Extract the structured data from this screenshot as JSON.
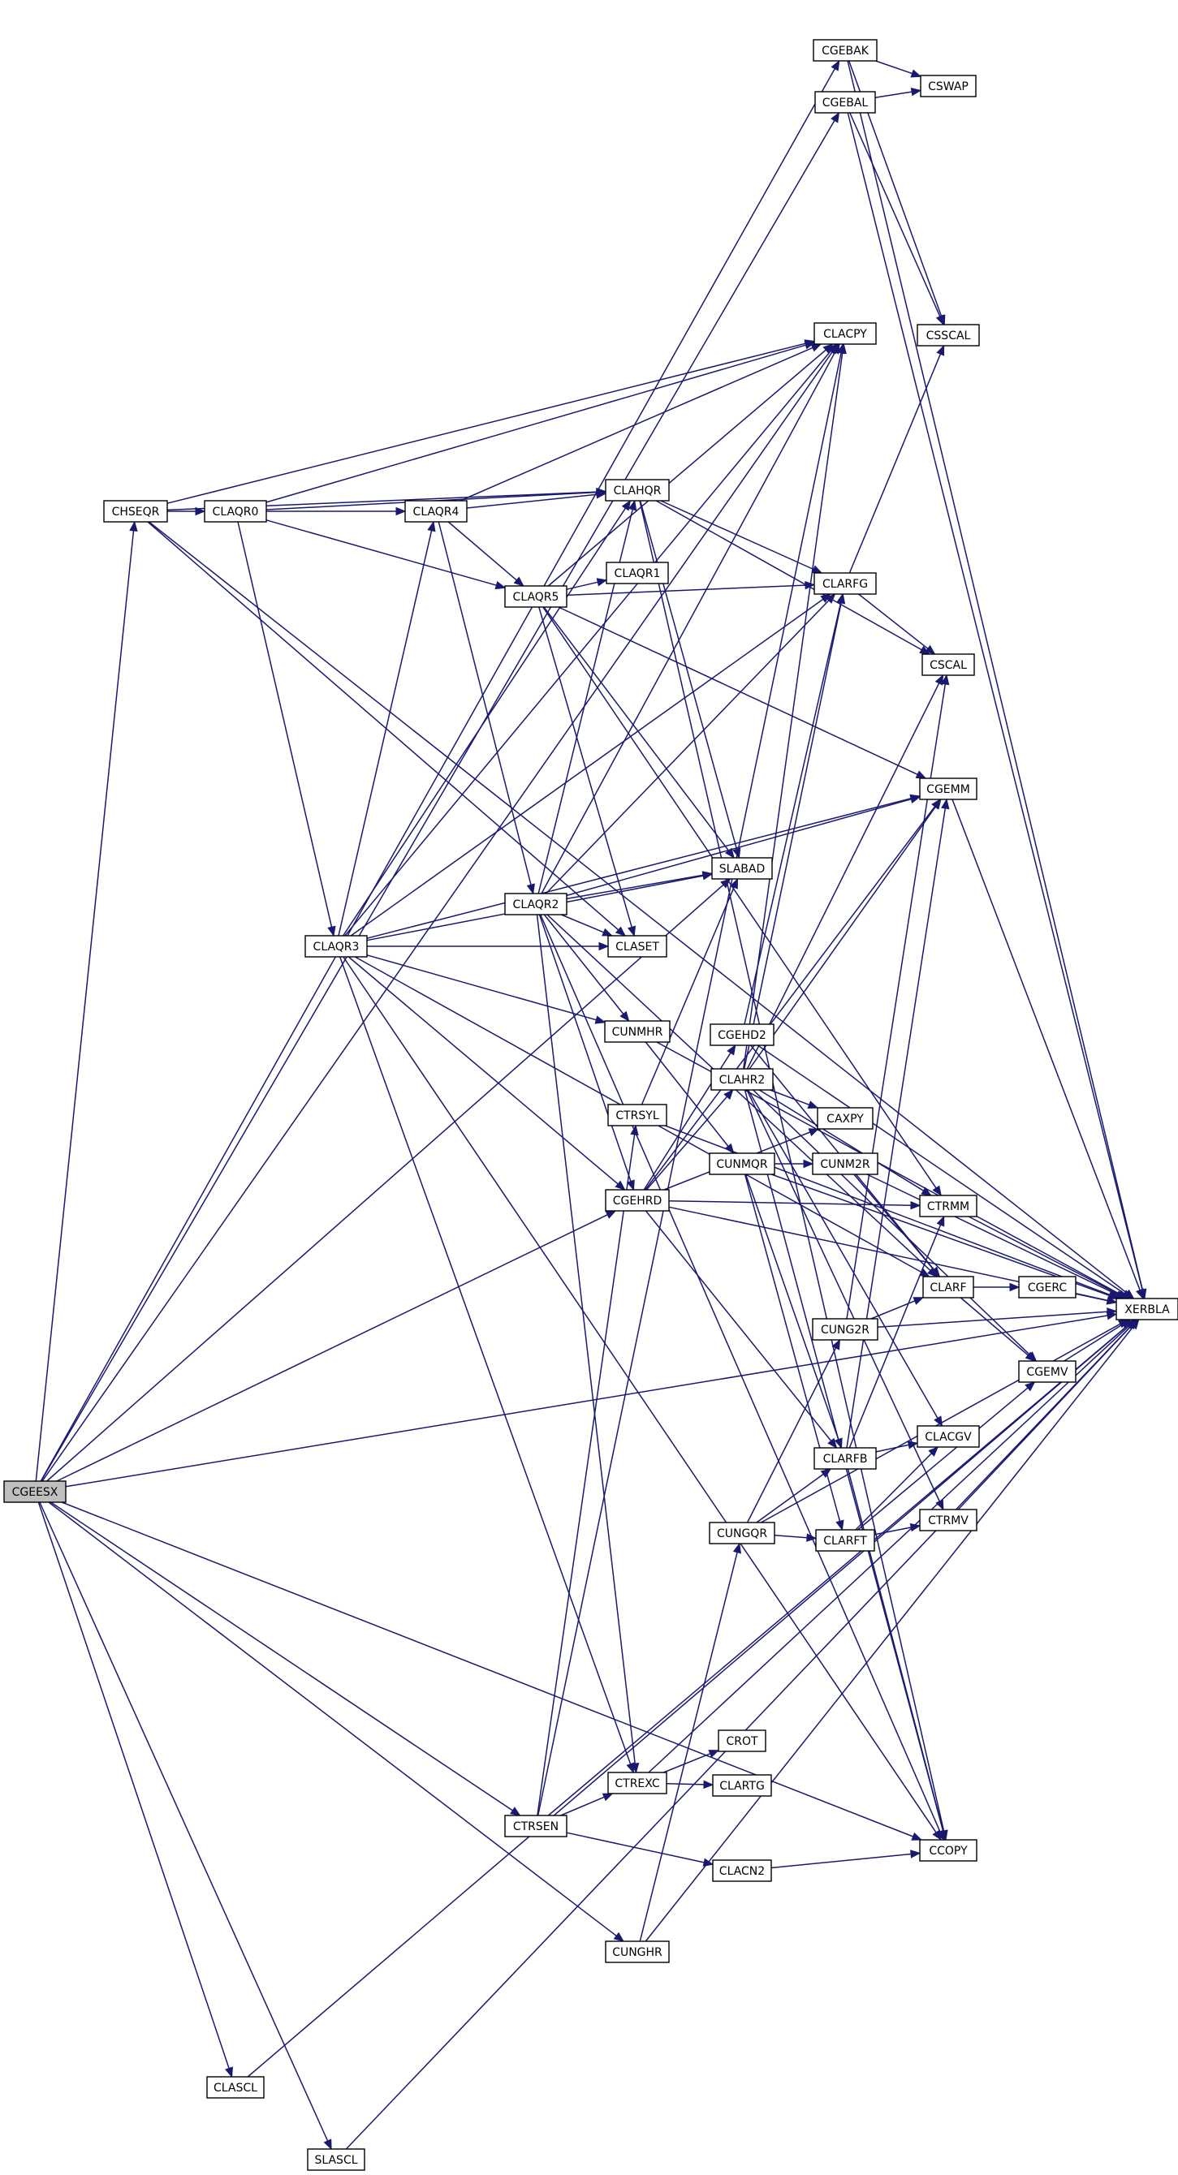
{
  "graph": {
    "nodes": [
      {
        "id": "CGEESX",
        "label": "CGEESX",
        "root": true
      },
      {
        "id": "CHSEQR",
        "label": "CHSEQR"
      },
      {
        "id": "CLAQR0",
        "label": "CLAQR0"
      },
      {
        "id": "CLAQR3",
        "label": "CLAQR3"
      },
      {
        "id": "CLAQR4",
        "label": "CLAQR4"
      },
      {
        "id": "CLAQR5",
        "label": "CLAQR5"
      },
      {
        "id": "CLAQR2",
        "label": "CLAQR2"
      },
      {
        "id": "CLASCL",
        "label": "CLASCL"
      },
      {
        "id": "SLASCL",
        "label": "SLASCL"
      },
      {
        "id": "CTRSEN",
        "label": "CTRSEN"
      },
      {
        "id": "CLAHQR",
        "label": "CLAHQR"
      },
      {
        "id": "CLAQR1",
        "label": "CLAQR1"
      },
      {
        "id": "CLASET",
        "label": "CLASET"
      },
      {
        "id": "CUNMHR",
        "label": "CUNMHR"
      },
      {
        "id": "CTRSYL",
        "label": "CTRSYL"
      },
      {
        "id": "CGEHRD",
        "label": "CGEHRD"
      },
      {
        "id": "CTREXC",
        "label": "CTREXC"
      },
      {
        "id": "CUNGHR",
        "label": "CUNGHR"
      },
      {
        "id": "SLABAD",
        "label": "SLABAD"
      },
      {
        "id": "CGEHD2",
        "label": "CGEHD2"
      },
      {
        "id": "CLAHR2",
        "label": "CLAHR2"
      },
      {
        "id": "CUNMQR",
        "label": "CUNMQR"
      },
      {
        "id": "CUNGQR",
        "label": "CUNGQR"
      },
      {
        "id": "CROT",
        "label": "CROT"
      },
      {
        "id": "CLARTG",
        "label": "CLARTG"
      },
      {
        "id": "CLACN2",
        "label": "CLACN2"
      },
      {
        "id": "CGEBAK",
        "label": "CGEBAK"
      },
      {
        "id": "CGEBAL",
        "label": "CGEBAL"
      },
      {
        "id": "CLACPY",
        "label": "CLACPY"
      },
      {
        "id": "CLARFG",
        "label": "CLARFG"
      },
      {
        "id": "CAXPY",
        "label": "CAXPY"
      },
      {
        "id": "CUNM2R",
        "label": "CUNM2R"
      },
      {
        "id": "CUNG2R",
        "label": "CUNG2R"
      },
      {
        "id": "CLARFB",
        "label": "CLARFB"
      },
      {
        "id": "CLARFT",
        "label": "CLARFT"
      },
      {
        "id": "CSWAP",
        "label": "CSWAP"
      },
      {
        "id": "CSSCAL",
        "label": "CSSCAL"
      },
      {
        "id": "CSCAL",
        "label": "CSCAL"
      },
      {
        "id": "CGEMM",
        "label": "CGEMM"
      },
      {
        "id": "CTRMM",
        "label": "CTRMM"
      },
      {
        "id": "CLARF",
        "label": "CLARF"
      },
      {
        "id": "CGEMV",
        "label": "CGEMV"
      },
      {
        "id": "CLACGV",
        "label": "CLACGV"
      },
      {
        "id": "CTRMV",
        "label": "CTRMV"
      },
      {
        "id": "CCOPY",
        "label": "CCOPY"
      },
      {
        "id": "CGERC",
        "label": "CGERC"
      },
      {
        "id": "XERBLA",
        "label": "XERBLA"
      }
    ],
    "edges": [
      [
        "CGEESX",
        "CGEBAK"
      ],
      [
        "CGEESX",
        "CGEBAL"
      ],
      [
        "CGEESX",
        "XERBLA"
      ],
      [
        "CGEESX",
        "CHSEQR"
      ],
      [
        "CGEESX",
        "CLACPY"
      ],
      [
        "CGEESX",
        "CGEHRD"
      ],
      [
        "CGEESX",
        "CTRSEN"
      ],
      [
        "CGEESX",
        "CUNGHR"
      ],
      [
        "CGEESX",
        "CLASCL"
      ],
      [
        "CGEESX",
        "SLASCL"
      ],
      [
        "CGEESX",
        "CCOPY"
      ],
      [
        "CGEESX",
        "SLABAD"
      ],
      [
        "CHSEQR",
        "CLAQR0"
      ],
      [
        "CHSEQR",
        "CLAHQR"
      ],
      [
        "CHSEQR",
        "CLACPY"
      ],
      [
        "CHSEQR",
        "CLASET"
      ],
      [
        "CHSEQR",
        "XERBLA"
      ],
      [
        "CLAQR0",
        "CLAQR4"
      ],
      [
        "CLAQR0",
        "CLAHQR"
      ],
      [
        "CLAQR0",
        "CLAQR3"
      ],
      [
        "CLAQR0",
        "CLAQR5"
      ],
      [
        "CLAQR0",
        "CLACPY"
      ],
      [
        "CLAQR3",
        "CLAQR4"
      ],
      [
        "CLAQR3",
        "CLAHQR"
      ],
      [
        "CLAQR3",
        "CLASET"
      ],
      [
        "CLAQR3",
        "SLABAD"
      ],
      [
        "CLAQR3",
        "CUNMHR"
      ],
      [
        "CLAQR3",
        "CGEHRD"
      ],
      [
        "CLAQR3",
        "CTREXC"
      ],
      [
        "CLAQR3",
        "CLARFG"
      ],
      [
        "CLAQR3",
        "CLARF"
      ],
      [
        "CLAQR3",
        "CGEMM"
      ],
      [
        "CLAQR3",
        "CLACPY"
      ],
      [
        "CLAQR3",
        "CCOPY"
      ],
      [
        "CLAQR4",
        "CLAHQR"
      ],
      [
        "CLAQR4",
        "CLAQR2"
      ],
      [
        "CLAQR4",
        "CLAQR5"
      ],
      [
        "CLAQR4",
        "CLACPY"
      ],
      [
        "CLAQR5",
        "CLAQR1"
      ],
      [
        "CLAQR5",
        "CLARFG"
      ],
      [
        "CLAQR5",
        "CLASET"
      ],
      [
        "CLAQR5",
        "SLABAD"
      ],
      [
        "CLAQR5",
        "CGEMM"
      ],
      [
        "CLAQR5",
        "CTRMM"
      ],
      [
        "CLAQR5",
        "CLACPY"
      ],
      [
        "CLAQR2",
        "CLAHQR"
      ],
      [
        "CLAQR2",
        "CLASET"
      ],
      [
        "CLAQR2",
        "SLABAD"
      ],
      [
        "CLAQR2",
        "CUNMHR"
      ],
      [
        "CLAQR2",
        "CGEHRD"
      ],
      [
        "CLAQR2",
        "CTREXC"
      ],
      [
        "CLAQR2",
        "CLARFG"
      ],
      [
        "CLAQR2",
        "CLARF"
      ],
      [
        "CLAQR2",
        "CGEMM"
      ],
      [
        "CLAQR2",
        "CLACPY"
      ],
      [
        "CLAQR2",
        "CCOPY"
      ],
      [
        "CLAHQR",
        "CLARFG"
      ],
      [
        "CLAHQR",
        "SLABAD"
      ],
      [
        "CLAHQR",
        "CSCAL"
      ],
      [
        "CLAHQR",
        "CCOPY"
      ],
      [
        "CUNMHR",
        "CUNMQR"
      ],
      [
        "CUNMHR",
        "XERBLA"
      ],
      [
        "CUNMQR",
        "CUNM2R"
      ],
      [
        "CUNMQR",
        "CLARFB"
      ],
      [
        "CUNMQR",
        "CLARFT"
      ],
      [
        "CUNMQR",
        "XERBLA"
      ],
      [
        "CUNM2R",
        "CLARF"
      ],
      [
        "CUNM2R",
        "XERBLA"
      ],
      [
        "CGEHRD",
        "CGEHD2"
      ],
      [
        "CGEHRD",
        "CLAHR2"
      ],
      [
        "CGEHRD",
        "CLARFB"
      ],
      [
        "CGEHRD",
        "CGEMM"
      ],
      [
        "CGEHRD",
        "CTRMM"
      ],
      [
        "CGEHRD",
        "CAXPY"
      ],
      [
        "CGEHRD",
        "XERBLA"
      ],
      [
        "CGEHD2",
        "CLARFG"
      ],
      [
        "CGEHD2",
        "CLARF"
      ],
      [
        "CGEHD2",
        "XERBLA"
      ],
      [
        "CLAHR2",
        "CLARFG"
      ],
      [
        "CLAHR2",
        "CLACPY"
      ],
      [
        "CLAHR2",
        "CGEMM"
      ],
      [
        "CLAHR2",
        "CGEMV"
      ],
      [
        "CLAHR2",
        "CLACGV"
      ],
      [
        "CLAHR2",
        "CTRMM"
      ],
      [
        "CLAHR2",
        "CTRMV"
      ],
      [
        "CLAHR2",
        "CAXPY"
      ],
      [
        "CLAHR2",
        "CSCAL"
      ],
      [
        "CLAHR2",
        "CCOPY"
      ],
      [
        "CTRSEN",
        "CTREXC"
      ],
      [
        "CTRSEN",
        "CLACN2"
      ],
      [
        "CTRSEN",
        "CTRSYL"
      ],
      [
        "CTRSEN",
        "CLACPY"
      ],
      [
        "CTRSEN",
        "XERBLA"
      ],
      [
        "CTRSYL",
        "SLABAD"
      ],
      [
        "CTRSYL",
        "XERBLA"
      ],
      [
        "CTREXC",
        "CROT"
      ],
      [
        "CTREXC",
        "CLARTG"
      ],
      [
        "CTREXC",
        "XERBLA"
      ],
      [
        "CLACN2",
        "CCOPY"
      ],
      [
        "CUNGHR",
        "CUNGQR"
      ],
      [
        "CUNGHR",
        "XERBLA"
      ],
      [
        "CUNGQR",
        "CUNG2R"
      ],
      [
        "CUNGQR",
        "CLARFB"
      ],
      [
        "CUNGQR",
        "CLARFT"
      ],
      [
        "CUNGQR",
        "XERBLA"
      ],
      [
        "CUNG2R",
        "CLARF"
      ],
      [
        "CUNG2R",
        "CSCAL"
      ],
      [
        "CUNG2R",
        "XERBLA"
      ],
      [
        "CLARFB",
        "CLACGV"
      ],
      [
        "CLARFB",
        "CGEMM"
      ],
      [
        "CLARFB",
        "CTRMM"
      ],
      [
        "CLARFB",
        "CCOPY"
      ],
      [
        "CLARFT",
        "CLACGV"
      ],
      [
        "CLARFT",
        "CGEMV"
      ],
      [
        "CLARFT",
        "CTRMV"
      ],
      [
        "CLARF",
        "CGERC"
      ],
      [
        "CLARF",
        "CGEMV"
      ],
      [
        "CGERC",
        "XERBLA"
      ],
      [
        "CGEMV",
        "XERBLA"
      ],
      [
        "CTRMV",
        "XERBLA"
      ],
      [
        "CTRMM",
        "XERBLA"
      ],
      [
        "CGEMM",
        "XERBLA"
      ],
      [
        "CLARFG",
        "CSSCAL"
      ],
      [
        "CLARFG",
        "CSCAL"
      ],
      [
        "CGEBAK",
        "CSWAP"
      ],
      [
        "CGEBAK",
        "CSSCAL"
      ],
      [
        "CGEBAK",
        "XERBLA"
      ],
      [
        "CGEBAL",
        "CSWAP"
      ],
      [
        "CGEBAL",
        "CSSCAL"
      ],
      [
        "CGEBAL",
        "XERBLA"
      ],
      [
        "CLASCL",
        "XERBLA"
      ],
      [
        "SLASCL",
        "XERBLA"
      ]
    ]
  }
}
